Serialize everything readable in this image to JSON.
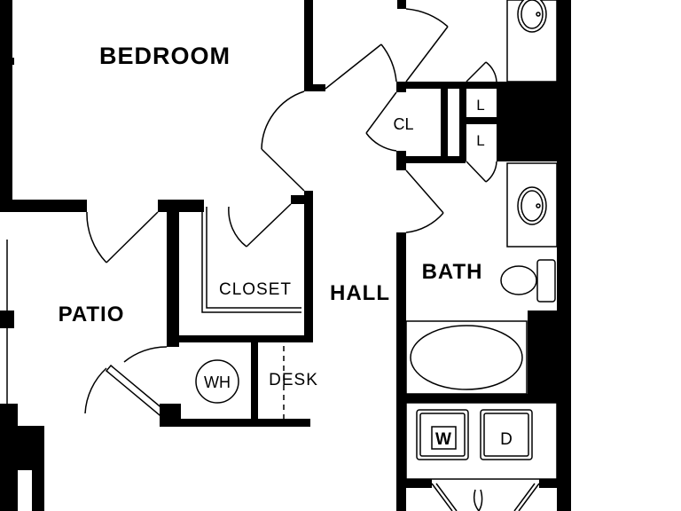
{
  "rooms": {
    "bedroom": "BEDROOM",
    "patio": "PATIO",
    "closet": "CLOSET",
    "hall": "HALL",
    "bath": "BATH",
    "desk": "DESK",
    "cl": "CL"
  },
  "fixtures": {
    "water_heater": "WH",
    "washer": "W",
    "dryer": "D",
    "linen_1": "L",
    "linen_2": "L"
  },
  "colors": {
    "wall": "#000000",
    "background": "#ffffff"
  }
}
